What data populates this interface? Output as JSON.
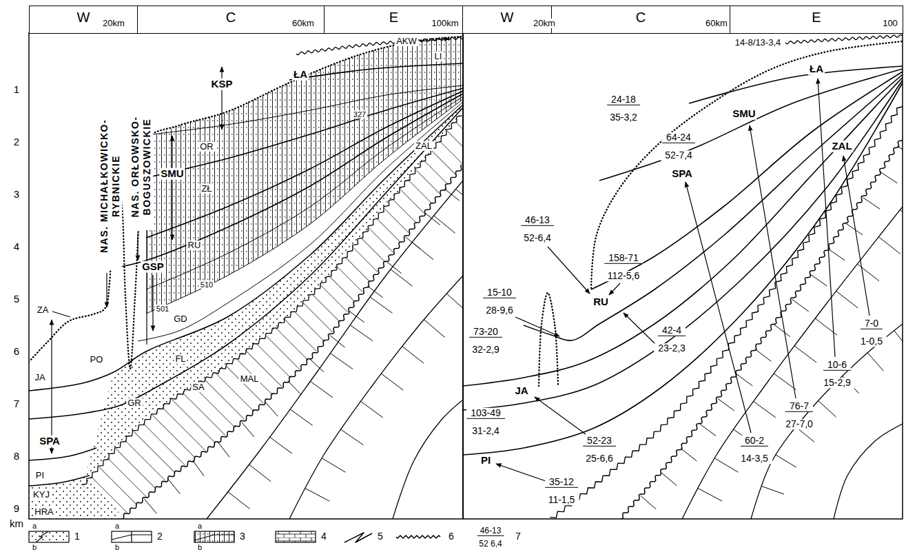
{
  "diagram": {
    "nodes": [
      {
        "text": [
          "W"
        ]
      },
      {
        "text": [
          "C"
        ]
      },
      {
        "text": [
          "E"
        ]
      },
      {
        "text": [
          "W"
        ]
      },
      {
        "text": [
          "C"
        ]
      },
      {
        "text": [
          "E"
        ]
      }
    ],
    "labels": [
      "20km",
      "60km",
      "100km",
      "1",
      "2",
      "3",
      "4",
      "5",
      "6",
      "7",
      "8",
      "9",
      "km",
      "AKW",
      "LI",
      "KSP",
      "ŁA",
      "327",
      "ZAL",
      "OR",
      "SMU",
      "ZŁ",
      "RU",
      "510",
      "501",
      "GSP",
      "GD",
      "FL",
      "SA",
      "MAL",
      "ZA",
      "PO",
      "JA",
      "SPA",
      "GR",
      "PI",
      "KYJ",
      "HRA",
      "NAS. MICHAŁKOWICKO- RYBNICKIE",
      "NAS. ORŁOWSKO- BOGUSZOWICKIE",
      "20km",
      "60km",
      "100",
      "14-8/13-3,4",
      "ŁA",
      "SMU",
      "SPA",
      "ZAL",
      "RU",
      "JA",
      "PI",
      "24-18",
      "35-3,2",
      "64-24",
      "52-7,4",
      "46-13",
      "52-6,4",
      "158-71",
      "112-5,6",
      "15-10",
      "28-9,6",
      "42-4",
      "23-2,3",
      "73-20",
      "32-2,9",
      "103-49",
      "31-2,4",
      "52-23",
      "25-6,6",
      "35-12",
      "11-1,5",
      "60-2",
      "14-3,5",
      "76-7",
      "27-7,0",
      "10-6",
      "15-2,9",
      "7-0",
      "1-0,5",
      "a",
      "b",
      "a",
      "b",
      "a",
      "b",
      "46-13",
      "52 6,4"
    ],
    "legend": [
      {
        "text": "1"
      },
      {
        "text": "2"
      },
      {
        "text": "3"
      },
      {
        "text": "4"
      },
      {
        "text": "5"
      },
      {
        "text": "6"
      },
      {
        "text": "7"
      }
    ]
  }
}
